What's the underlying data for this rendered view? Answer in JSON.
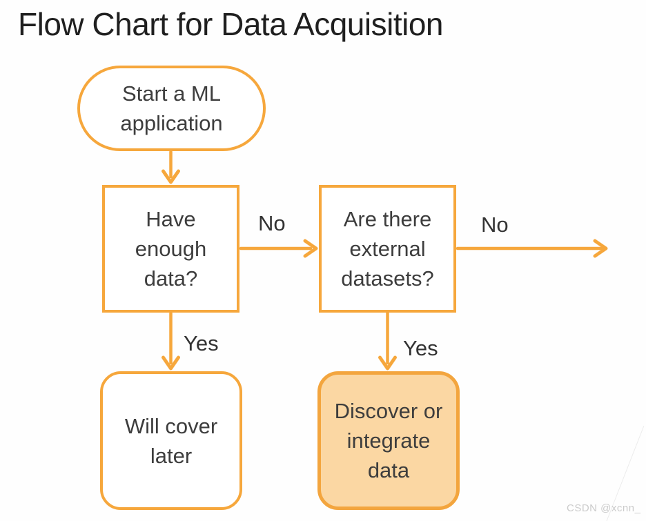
{
  "title": "Flow Chart for Data Acquisition",
  "colors": {
    "accent_stroke": "#F6A73C",
    "highlight_border": "#F3A53E",
    "highlight_fill": "#FBD7A3",
    "node_fill": "#FFFFFF",
    "node_text": "#3D3D3D",
    "title_text": "#1F1F1F",
    "watermark_text": "#CBCBCB"
  },
  "nodes": {
    "start": {
      "type": "terminator",
      "label": "Start a ML\napplication"
    },
    "have_data": {
      "type": "decision",
      "label": "Have\nenough\ndata?"
    },
    "external": {
      "type": "decision",
      "label": "Are there\nexternal\ndatasets?"
    },
    "cover_later": {
      "type": "process",
      "label": "Will cover\nlater"
    },
    "discover": {
      "type": "process-highlighted",
      "label": "Discover or\nintegrate\ndata"
    }
  },
  "edges": {
    "start_to_have_data": {
      "label": ""
    },
    "have_data_to_external": {
      "label": "No"
    },
    "external_to_offpage": {
      "label": "No"
    },
    "have_data_to_cover_later": {
      "label": "Yes"
    },
    "external_to_discover": {
      "label": "Yes"
    }
  },
  "watermark": "CSDN @xcnn_"
}
